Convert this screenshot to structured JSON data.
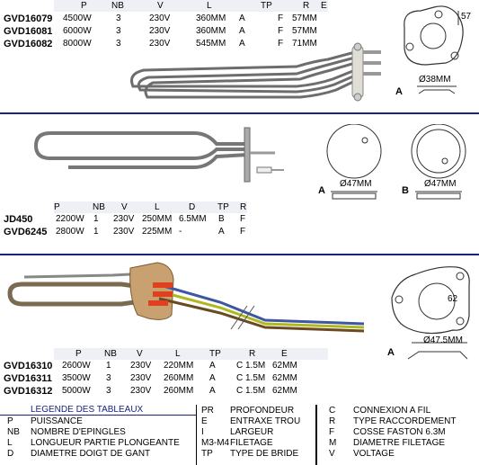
{
  "section1": {
    "headers": [
      "P",
      "NB",
      "V",
      "L",
      "TP",
      "R",
      "E"
    ],
    "rows": [
      {
        "code": "GVD16079",
        "p": "4500W",
        "nb": "3",
        "v": "230V",
        "l": "360MM",
        "tp": "A",
        "r": "F",
        "e": "57MM"
      },
      {
        "code": "GVD16081",
        "p": "6000W",
        "nb": "3",
        "v": "230V",
        "l": "360MM",
        "tp": "A",
        "r": "F",
        "e": "57MM"
      },
      {
        "code": "GVD16082",
        "p": "8000W",
        "nb": "3",
        "v": "230V",
        "l": "545MM",
        "tp": "A",
        "r": "F",
        "e": "71MM"
      }
    ],
    "dim_e": "57",
    "dim_d": "Ø38MM",
    "flange_label": "A"
  },
  "section2": {
    "headers": [
      "P",
      "NB",
      "V",
      "L",
      "D",
      "TP",
      "R"
    ],
    "rows": [
      {
        "code": "JD450",
        "p": "2200W",
        "nb": "1",
        "v": "230V",
        "l": "250MM",
        "d": "6.5MM",
        "tp": "B",
        "r": "F"
      },
      {
        "code": "GVD6245",
        "p": "2800W",
        "nb": "1",
        "v": "230V",
        "l": "225MM",
        "d": "-",
        "tp": "A",
        "r": "F"
      }
    ],
    "flange_a_label": "A",
    "flange_a_dim": "Ø47MM",
    "flange_b_label": "B",
    "flange_b_dim": "Ø47MM"
  },
  "section3": {
    "headers": [
      "P",
      "NB",
      "V",
      "L",
      "TP",
      "R",
      "E"
    ],
    "rows": [
      {
        "code": "GVD16310",
        "p": "2600W",
        "nb": "1",
        "v": "230V",
        "l": "220MM",
        "tp": "A",
        "r": "C 1.5M",
        "e": "62MM"
      },
      {
        "code": "GVD16311",
        "p": "3500W",
        "nb": "3",
        "v": "230V",
        "l": "260MM",
        "tp": "A",
        "r": "C 1.5M",
        "e": "62MM"
      },
      {
        "code": "GVD16312",
        "p": "5000W",
        "nb": "3",
        "v": "230V",
        "l": "260MM",
        "tp": "A",
        "r": "C 1.5M",
        "e": "62MM"
      }
    ],
    "dim_e": "62",
    "dim_d": "Ø47.5MM",
    "flange_label": "A"
  },
  "legend": {
    "title": "LEGENDE DES TABLEAUX",
    "col1": [
      {
        "k": "P",
        "v": "PUISSANCE"
      },
      {
        "k": "NB",
        "v": "NOMBRE D'EPINGLES"
      },
      {
        "k": "L",
        "v": "LONGUEUR PARTIE PLONGEANTE"
      },
      {
        "k": "D",
        "v": "DIAMETRE DOIGT DE GANT"
      }
    ],
    "col2": [
      {
        "k": "PR",
        "v": "PROFONDEUR"
      },
      {
        "k": "E",
        "v": "ENTRAXE TROU"
      },
      {
        "k": "I",
        "v": "LARGEUR"
      },
      {
        "k": "M3-M4",
        "v": "FILETAGE"
      },
      {
        "k": "TP",
        "v": "TYPE DE BRIDE"
      }
    ],
    "col3": [
      {
        "k": "C",
        "v": "CONNEXION A FIL"
      },
      {
        "k": "R",
        "v": "TYPE RACCORDEMENT"
      },
      {
        "k": "F",
        "v": "COSSE FASTON 6.3M"
      },
      {
        "k": "M",
        "v": "DIAMETRE FILETAGE"
      },
      {
        "k": "V",
        "v": "VOLTAGE"
      }
    ]
  },
  "colors": {
    "separator": "#1a237e",
    "header_bg": "#eef0f6",
    "element": "#8d8d8d",
    "copper": "#b07a45",
    "wire_blue": "#4a6fb0",
    "wire_gy": "#a8b82a"
  }
}
